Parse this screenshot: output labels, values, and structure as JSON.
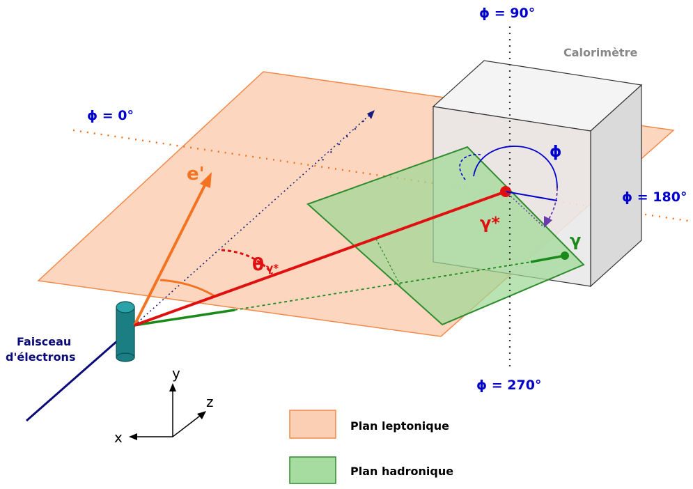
{
  "labels": {
    "phi_0": "ϕ  = 0°",
    "phi_90": "ϕ  = 90°",
    "phi_180": "ϕ  = 180°",
    "phi_270": "ϕ  = 270°",
    "phi": "ϕ",
    "calorimeter": "Calorimètre",
    "electron_beam_line1": "Faisceau",
    "electron_beam_line2": "d'électrons",
    "e_prime": "e'",
    "theta": "θ",
    "theta_sub": "γ*",
    "gamma_star": "γ*",
    "gamma": "γ",
    "axis_x": "x",
    "axis_y": "y",
    "axis_z": "z"
  },
  "legend": [
    {
      "label": "Plan leptonique",
      "fill": "#fbcfb3",
      "stroke": "#f08a4b"
    },
    {
      "label": "Plan hadronique",
      "fill": "#a6dca0",
      "stroke": "#2e8b2e"
    }
  ],
  "colors": {
    "phi_blue": "#0000cc",
    "electron_orange": "#f47321",
    "photon_virtual_red": "#e01010",
    "photon_real_green": "#1a8a1a",
    "beam_navy": "#0a0a78",
    "calorimeter_grey": "#888888"
  }
}
